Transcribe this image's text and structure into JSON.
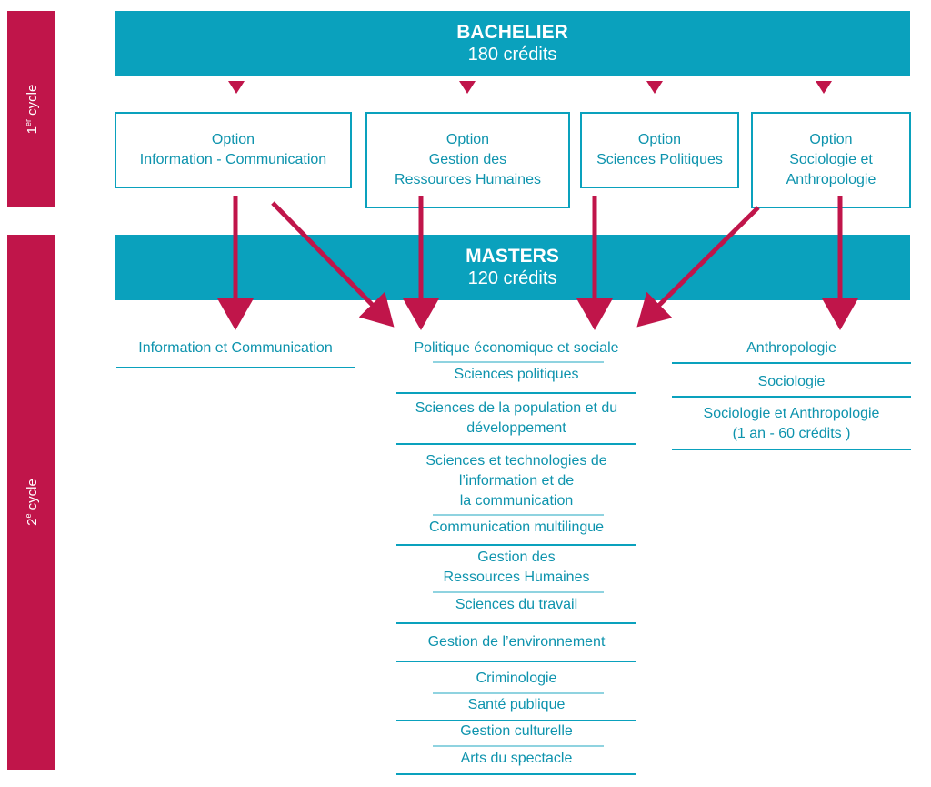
{
  "cycles": {
    "first": {
      "num": "1",
      "sup": "er",
      "word": "cycle"
    },
    "second": {
      "num": "2",
      "sup": "e",
      "word": "cycle"
    }
  },
  "bachelier": {
    "title": "BACHELIER",
    "credits": "180 crédits"
  },
  "masters": {
    "title": "MASTERS",
    "credits": "120 crédits"
  },
  "options": [
    {
      "line1": "Option",
      "line2": "Information - Communication",
      "line3": ""
    },
    {
      "line1": "Option",
      "line2": "Gestion des",
      "line3": "Ressources Humaines"
    },
    {
      "line1": "Option",
      "line2": "Sciences Politiques",
      "line3": ""
    },
    {
      "line1": "Option",
      "line2": "Sociologie et",
      "line3": "Anthropologie"
    }
  ],
  "masters_left": [
    "Information et Communication"
  ],
  "masters_center": [
    "Politique économique et sociale",
    "Sciences politiques",
    "Sciences de la population et du",
    "développement",
    "Sciences et technologies de",
    "l’information et de",
    "la communication",
    "Communication multilingue",
    "Gestion des",
    "Ressources Humaines",
    "Sciences du travail",
    "Gestion de l’environnement",
    "Criminologie",
    "Santé publique",
    "Gestion culturelle",
    "Arts du spectacle"
  ],
  "masters_right": [
    "Anthropologie",
    "Sociologie",
    "Sociologie et Anthropologie",
    "(1 an - 60 crédits )"
  ],
  "colors": {
    "accent_teal": "#0aa1bd",
    "accent_red": "#c0154a",
    "text_teal": "#0d93ad"
  }
}
